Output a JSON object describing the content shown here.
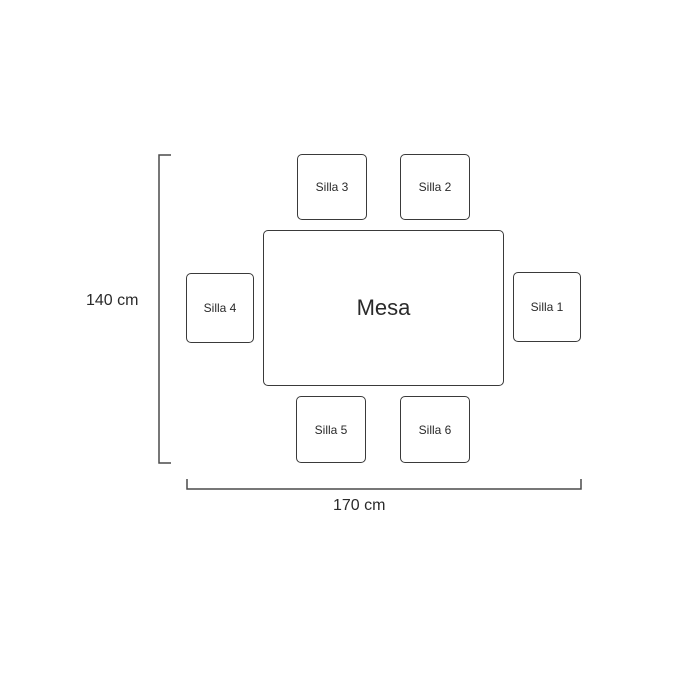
{
  "table": {
    "label": "Mesa"
  },
  "chairs": [
    {
      "id": "1",
      "label": "Silla 1"
    },
    {
      "id": "2",
      "label": "Silla 2"
    },
    {
      "id": "3",
      "label": "Silla 3"
    },
    {
      "id": "4",
      "label": "Silla 4"
    },
    {
      "id": "5",
      "label": "Silla 5"
    },
    {
      "id": "6",
      "label": "Silla 6"
    }
  ],
  "dimensions": {
    "depth": "140 cm",
    "width": "170 cm"
  }
}
